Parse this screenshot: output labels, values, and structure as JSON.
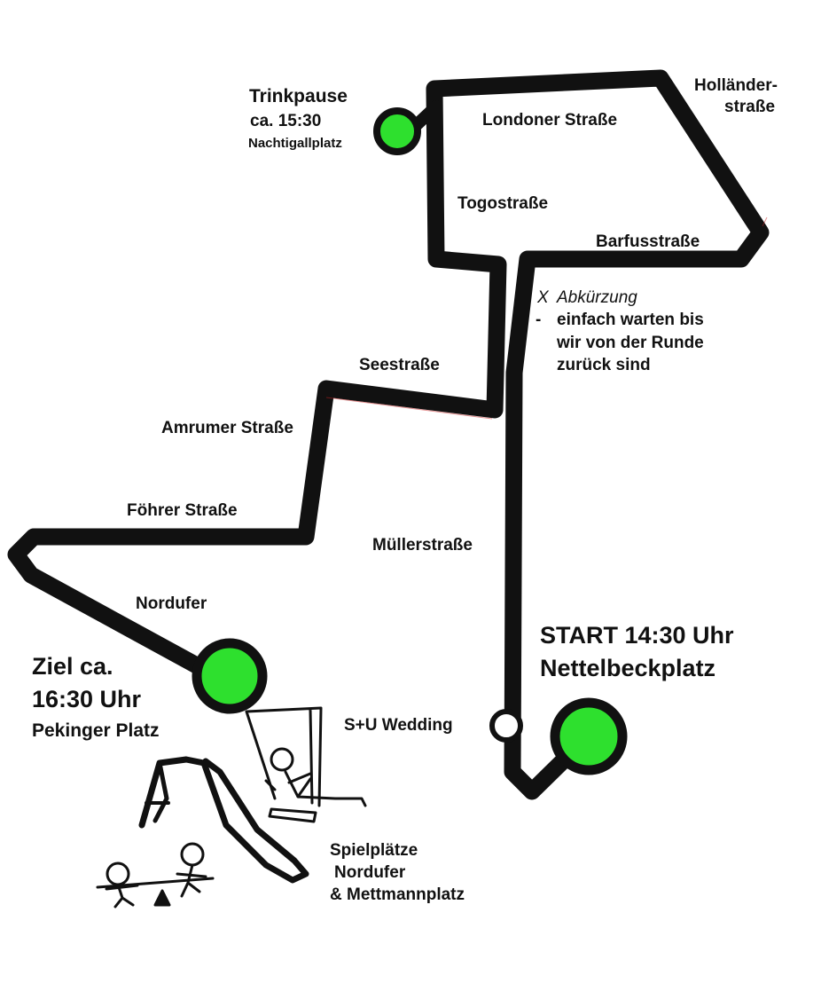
{
  "streets": {
    "londoner": "Londoner Straße",
    "hollaender_1": "Holländer-",
    "hollaender_2": "straße",
    "togo": "Togostraße",
    "barfuss": "Barfusstraße",
    "see": "Seestraße",
    "amrumer": "Amrumer Straße",
    "foehrer": "Föhrer Straße",
    "nordufer": "Nordufer",
    "mueller": "Müllerstraße"
  },
  "stops": {
    "trinkpause": {
      "title": "Trinkpause",
      "time": "ca. 15:30",
      "place": "Nachtigallplatz"
    },
    "start": {
      "title": "START 14:30 Uhr",
      "place": "Nettelbeckplatz"
    },
    "ziel": {
      "line1": "Ziel ca.",
      "line2": "16:30 Uhr",
      "place": "Pekinger Platz"
    },
    "station": "S+U Wedding"
  },
  "shortcut": {
    "mark": "X",
    "title": "Abkürzung",
    "dash": "-",
    "note_1": "einfach warten bis",
    "note_2": "wir von der Runde",
    "note_3": "zurück sind"
  },
  "playgrounds": {
    "line1": "Spielplätze",
    "line2": "Nordufer",
    "line3": "& Mettmannplatz"
  },
  "colors": {
    "route": "#111111",
    "stop_fill": "#2ee02e",
    "station_fill": "#ffffff"
  },
  "icons": [
    "swing-icon",
    "slide-icon",
    "seesaw-icon"
  ]
}
